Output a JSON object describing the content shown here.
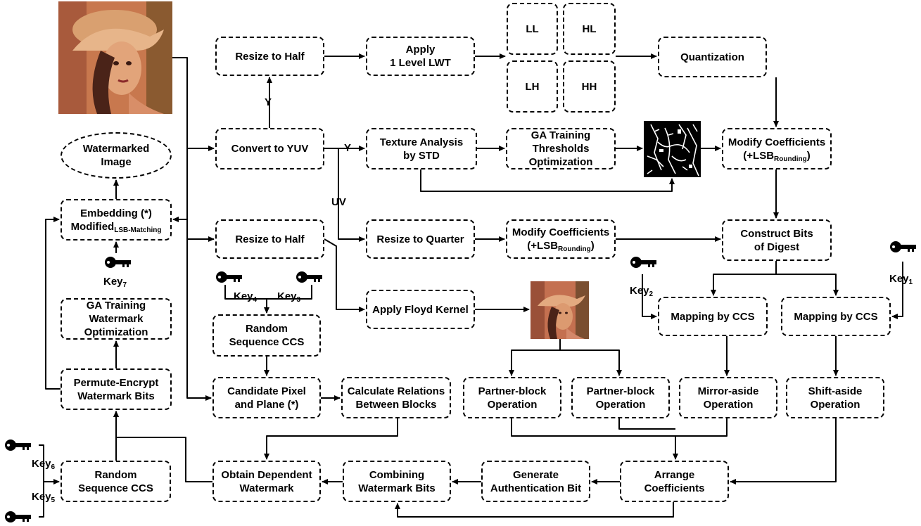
{
  "nodes": {
    "resize_half_top": "Resize to Half",
    "apply_lwt": [
      "Apply",
      "1 Level LWT"
    ],
    "ll": "LL",
    "hl": "HL",
    "lh": "LH",
    "hh": "HH",
    "quantization": "Quantization",
    "convert_yuv": "Convert to YUV",
    "texture_analysis": [
      "Texture Analysis",
      "by STD"
    ],
    "ga_thresholds": [
      "GA Training",
      "Thresholds",
      "Optimization"
    ],
    "modify_coeff_1": {
      "line1": "Modify Coefficients",
      "pre": "(+LSB",
      "sub": "Rounding",
      "post": ")"
    },
    "watermarked_image": [
      "Watermarked",
      "Image"
    ],
    "embedding": {
      "line1": "Embedding (*)",
      "pre": "Modified",
      "sub": "LSB-Matching"
    },
    "resize_half_mid": "Resize to Half",
    "resize_quarter": "Resize to Quarter",
    "modify_coeff_2": {
      "line1": "Modify Coefficients",
      "pre": "(+LSB",
      "sub": "Rounding",
      "post": ")"
    },
    "construct_bits": [
      "Construct Bits",
      "of Digest"
    ],
    "apply_floyd": "Apply Floyd Kernel",
    "ga_watermark": [
      "GA Training",
      "Watermark",
      "Optimization"
    ],
    "random_seq_1": [
      "Random",
      "Sequence CCS"
    ],
    "mapping_ccs_1": "Mapping by CCS",
    "mapping_ccs_2": "Mapping by CCS",
    "permute_encrypt": [
      "Permute-Encrypt",
      "Watermark Bits"
    ],
    "candidate_pixel": [
      "Candidate Pixel",
      "and Plane (*)"
    ],
    "calc_relations": [
      "Calculate Relations",
      "Between Blocks"
    ],
    "partner_block_1": [
      "Partner-block",
      "Operation"
    ],
    "partner_block_2": [
      "Partner-block",
      "Operation"
    ],
    "mirror_aside": [
      "Mirror-aside",
      "Operation"
    ],
    "shift_aside": [
      "Shift-aside",
      "Operation"
    ],
    "random_seq_2": [
      "Random",
      "Sequence CCS"
    ],
    "obtain_dependent": [
      "Obtain Dependent",
      "Watermark"
    ],
    "combining_bits": [
      "Combining",
      "Watermark Bits"
    ],
    "generate_auth": [
      "Generate",
      "Authentication Bit"
    ],
    "arrange_coeff": [
      "Arrange",
      "Coefficients"
    ]
  },
  "labels": {
    "y_up": "Y",
    "y_right": "Y",
    "uv": "UV"
  },
  "keys": {
    "key1": {
      "base": "Key",
      "sub": "1"
    },
    "key2": {
      "base": "Key",
      "sub": "2"
    },
    "key3": {
      "base": "Key",
      "sub": "3"
    },
    "key4": {
      "base": "Key",
      "sub": "4"
    },
    "key5": {
      "base": "Key",
      "sub": "5"
    },
    "key6": {
      "base": "Key",
      "sub": "6"
    },
    "key7": {
      "base": "Key",
      "sub": "7"
    }
  },
  "icons": {
    "key": "key-icon",
    "host_image": "host-image-photo",
    "texture_map": "texture-map-image",
    "halftone_image": "halftone-image-photo"
  },
  "colors": {
    "line": "#000000",
    "background": "#ffffff"
  }
}
